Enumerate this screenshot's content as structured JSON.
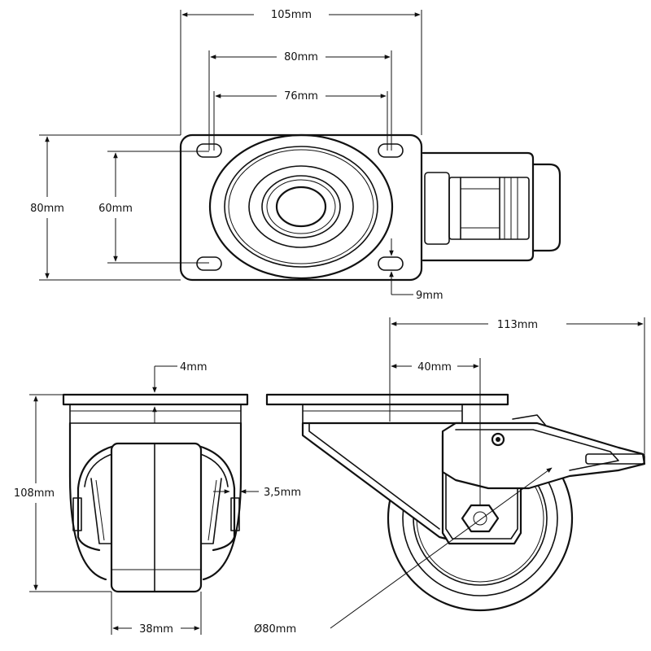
{
  "dimensions": {
    "plate_width": "105mm",
    "hole_spacing_outer": "80mm",
    "hole_spacing_inner": "76mm",
    "plate_height": "80mm",
    "hole_spacing_vertical": "60mm",
    "slot_width": "9mm",
    "plate_thickness": "4mm",
    "total_height": "108mm",
    "fork_gap": "3,5mm",
    "wheel_width": "38mm",
    "total_length": "113mm",
    "offset": "40mm",
    "wheel_diameter": "Ø80mm"
  }
}
